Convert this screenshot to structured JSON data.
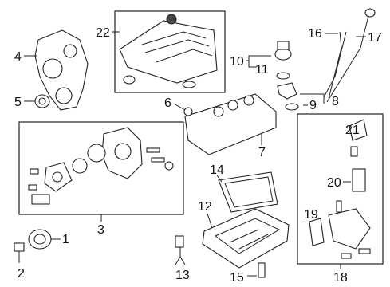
{
  "callouts": {
    "c1": "1",
    "c2": "2",
    "c3": "3",
    "c4": "4",
    "c5": "5",
    "c6": "6",
    "c7": "7",
    "c8": "8",
    "c9": "9",
    "c10": "10",
    "c11": "11",
    "c12": "12",
    "c13": "13",
    "c14": "14",
    "c15": "15",
    "c16": "16",
    "c17": "17",
    "c18": "18",
    "c19": "19",
    "c20": "20",
    "c21": "21",
    "c22": "22"
  },
  "colors": {
    "stroke": "#222222",
    "background": "#ffffff"
  }
}
